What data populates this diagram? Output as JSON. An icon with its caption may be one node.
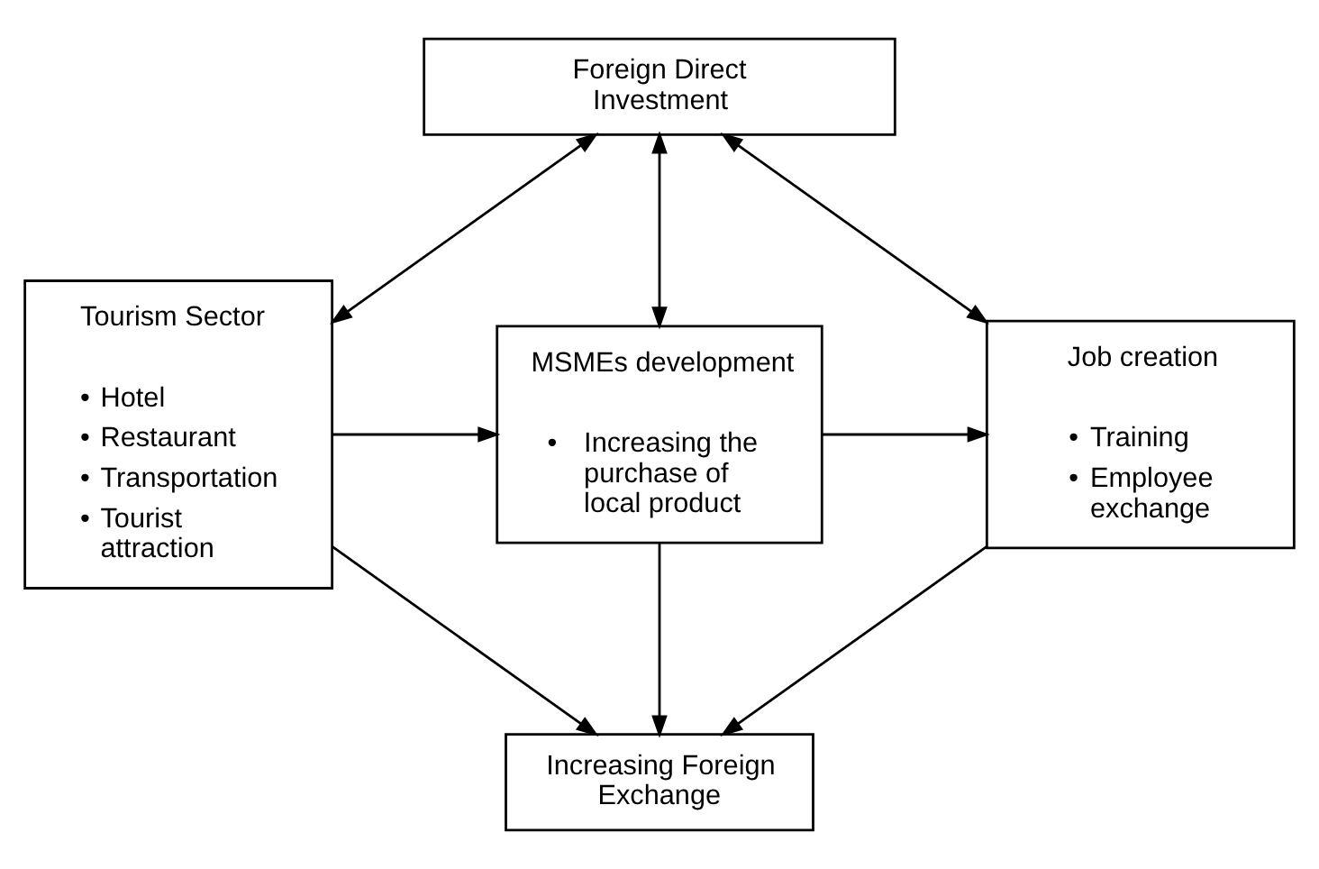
{
  "diagram": {
    "nodes": [
      {
        "text": [
          "Foreign Direct Investment"
        ]
      },
      {
        "text": [
          "Tourism Sector",
          "• Hotel",
          "• Restaurant",
          "• Transportation",
          "• Tourist attraction"
        ]
      },
      {
        "text": [
          "MSMEs development",
          "• Increasing the purchase of local product"
        ]
      },
      {
        "text": [
          "Job creation",
          "• Training",
          "• Employee exchange"
        ]
      },
      {
        "text": [
          "Increasing Foreign Exchange"
        ]
      }
    ],
    "edges": [
      {
        "from": 0,
        "to": 1,
        "arrow": "both"
      },
      {
        "from": 0,
        "to": 2,
        "arrow": "both"
      },
      {
        "from": 0,
        "to": 3,
        "arrow": "both"
      },
      {
        "from": 1,
        "to": 2,
        "arrow": "to"
      },
      {
        "from": 2,
        "to": 3,
        "arrow": "to"
      },
      {
        "from": 1,
        "to": 4,
        "arrow": "to"
      },
      {
        "from": 2,
        "to": 4,
        "arrow": "to"
      },
      {
        "from": 3,
        "to": 4,
        "arrow": "to"
      }
    ]
  }
}
